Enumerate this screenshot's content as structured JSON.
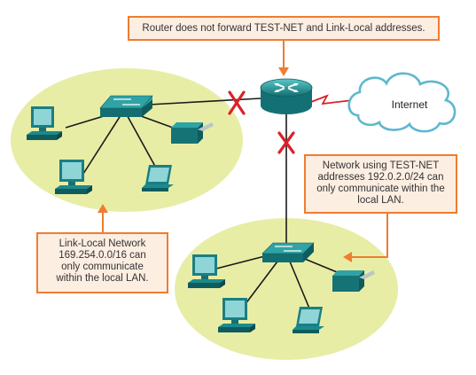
{
  "colors": {
    "lan_fill": "#e8eda6",
    "callout_border": "#ee7d31",
    "callout_fill": "#fdeee2",
    "device_teal": "#1f8c8e",
    "blocked_x": "#d9222a",
    "wan_link": "#d9222a",
    "cloud_border": "#5cb8cf"
  },
  "icons": {
    "router": "router-icon",
    "switch": "switch-icon",
    "desktop": "desktop-pc-icon",
    "laptop": "laptop-icon",
    "printer": "printer-icon",
    "cloud": "cloud-icon",
    "blocked": "x-mark-icon",
    "arrow": "arrow-icon"
  },
  "callouts": {
    "router": "Router does not forward TEST-NET and Link-Local addresses.",
    "testnet_lines": [
      "Network using TEST-NET",
      "addresses 192.0.2.0/24 can",
      "only communicate within the",
      "local LAN."
    ],
    "linklocal_lines": [
      "Link-Local Network",
      "169.254.0.0/16 can",
      "only communicate",
      "within the local LAN."
    ]
  },
  "cloud": {
    "label": "Internet"
  }
}
